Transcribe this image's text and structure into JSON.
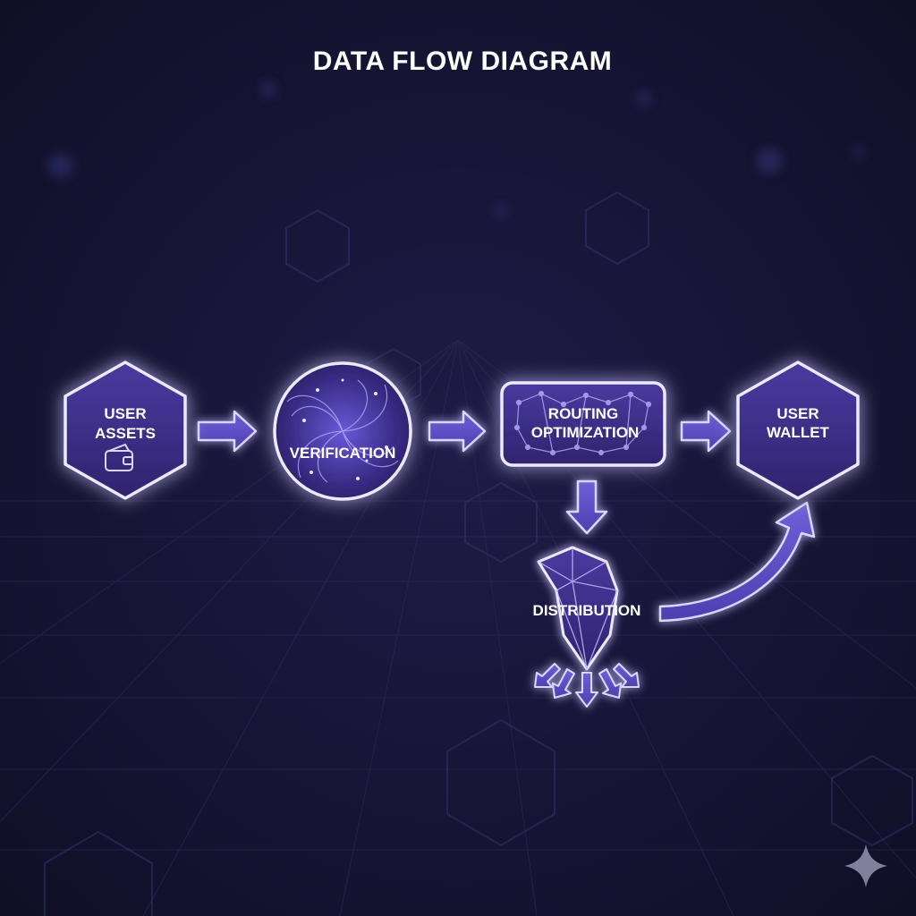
{
  "title": "DATA FLOW DIAGRAM",
  "nodes": {
    "user_assets": {
      "line1": "USER",
      "line2": "ASSETS",
      "icon": "wallet-icon"
    },
    "verification": {
      "label": "VERIFICATION",
      "icon": "vortex-icon"
    },
    "routing": {
      "line1": "ROUTING",
      "line2": "OPTIMIZATION",
      "icon": "network-icon"
    },
    "user_wallet": {
      "line1": "USER",
      "line2": "WALLET"
    },
    "distribution": {
      "label": "DISTRIBUTION",
      "icon": "crystal-icon"
    }
  },
  "edges": [
    {
      "from": "user_assets",
      "to": "verification"
    },
    {
      "from": "verification",
      "to": "routing"
    },
    {
      "from": "routing",
      "to": "user_wallet"
    },
    {
      "from": "routing",
      "to": "distribution"
    },
    {
      "from": "distribution",
      "to": "user_wallet"
    }
  ],
  "colors": {
    "background": "#13122e",
    "glow": "#6d5cff",
    "outline": "#e8e4ff",
    "node_fill": "#3e2f8a",
    "arrow_fill": "#5b4bc4",
    "grid": "#2a2f5e"
  },
  "watermark_icon": "sparkle-icon"
}
